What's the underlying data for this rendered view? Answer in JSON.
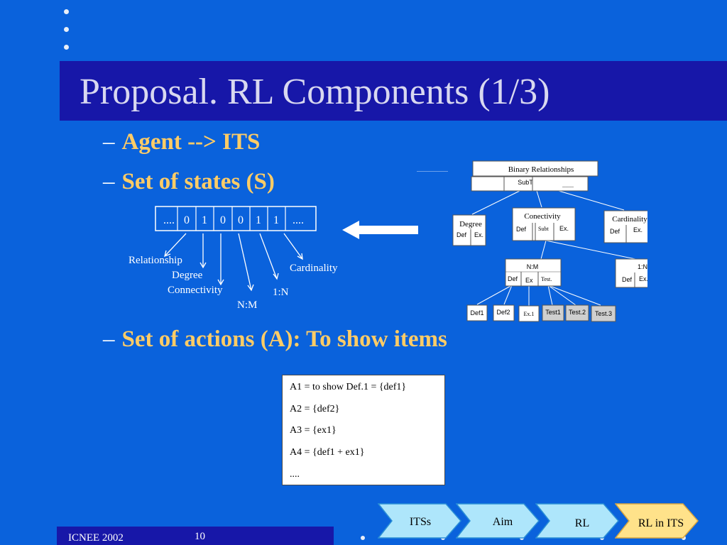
{
  "title": "Proposal. RL Components (1/3)",
  "bullets": {
    "dash": "–",
    "agent": "Agent --> ITS",
    "states": "Set of states (S)",
    "actions": "Set of actions (A): To show items"
  },
  "state_vector": {
    "cells": [
      "....",
      "0",
      "1",
      "0",
      "0",
      "1",
      "1",
      "...."
    ],
    "labels": {
      "relationship": "Relationship",
      "degree": "Degree",
      "connectivity": "Connectivity",
      "nm": "N:M",
      "one_n": "1:N",
      "cardinality": "Cardinality"
    }
  },
  "tree": {
    "dots_left": "......................",
    "root": "Binary Relationships",
    "subt": "SubT",
    "dots_right": "........",
    "degree": "Degree",
    "conectivity": "Conectivity",
    "cardinality": "Cardinality",
    "def": "Def",
    "ex_dot": "Ex.",
    "ex": "Ex",
    "subt_small": "Subt",
    "nm": "N:M",
    "one_n": "1:N",
    "test_dot": "Test.",
    "def1": "Def1",
    "def2": "Def2",
    "ex1": "Ex.1",
    "test1": "Test1",
    "test2": "Test.2",
    "test3": "Test.3"
  },
  "actions_box": {
    "a1": "A1 = to show Def.1 = {def1}",
    "a2": "A2 = {def2}",
    "a3": "A3 = {ex1}",
    "a4": "A4 = {def1 + ex1}",
    "more": "...."
  },
  "footer": {
    "left": "ICNEE 2002",
    "page": "10"
  },
  "nav": {
    "itss": "ITSs",
    "aim": "Aim",
    "rl": "RL",
    "rl_in_its": "RL in ITS"
  },
  "colors": {
    "background": "#0a62dc",
    "title_bar": "#1717a8",
    "bullet": "#ffcc66",
    "nav_chevron": "#aee6fb",
    "nav_chevron_active": "#ffe28a"
  }
}
